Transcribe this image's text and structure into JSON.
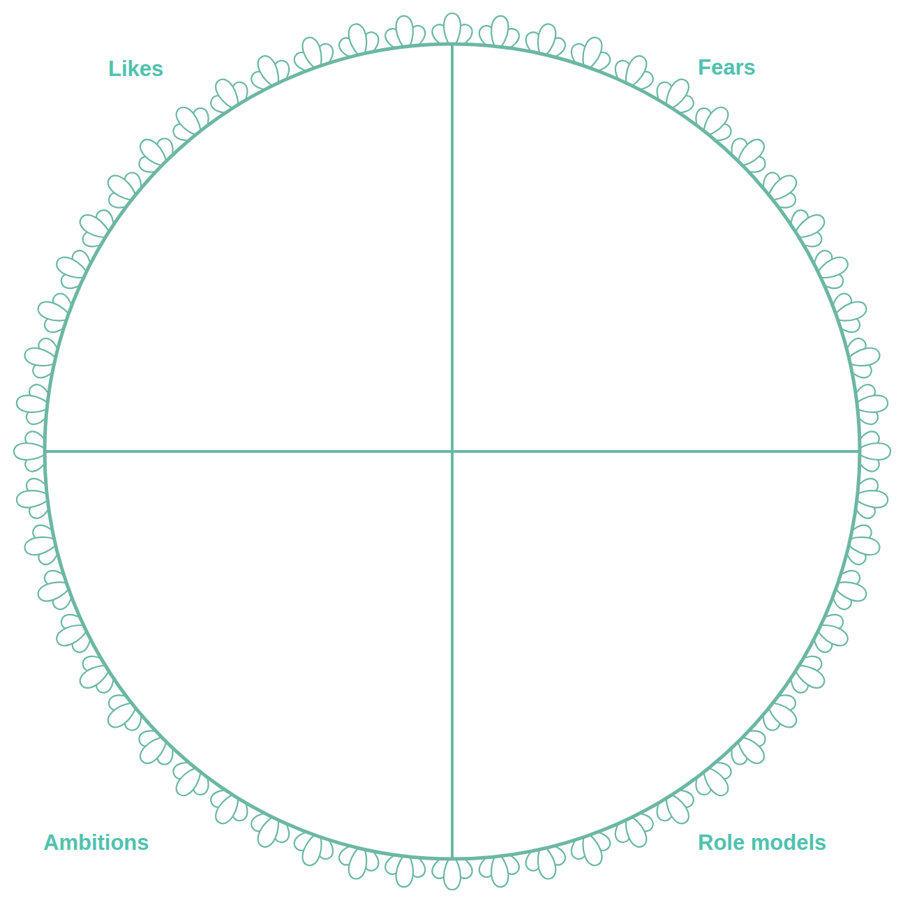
{
  "diagram": {
    "labels": [
      "Likes",
      "Fears",
      "Ambitions",
      "Role models"
    ]
  }
}
